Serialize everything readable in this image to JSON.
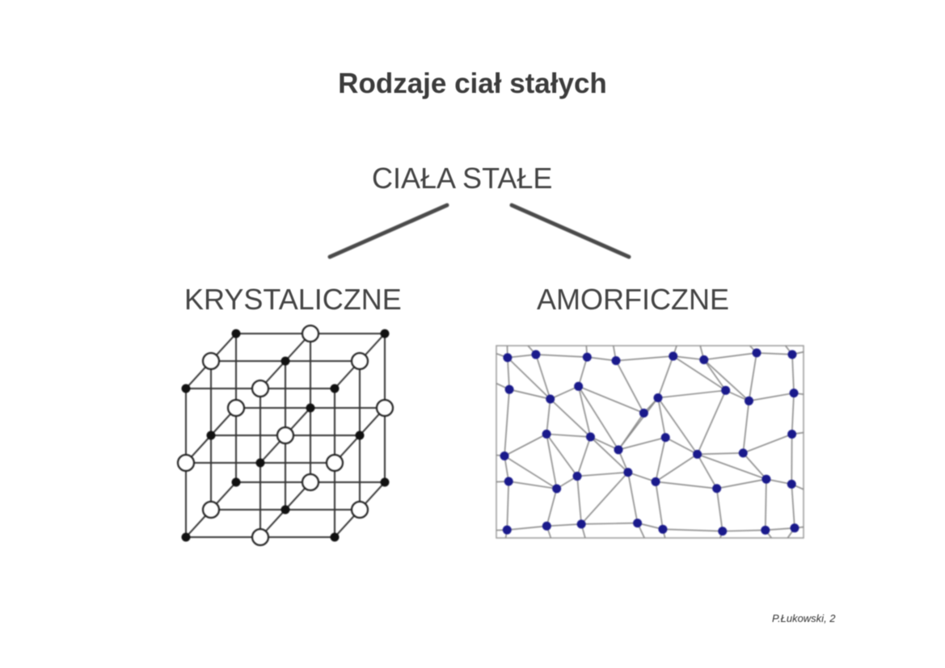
{
  "slide": {
    "title": "Rodzaje ciał stałych",
    "footer": "P.Łukowski, 2"
  },
  "tree": {
    "root": "CIAŁA STAŁE",
    "children": [
      "KRYSTALICZNE",
      "AMORFICZNE"
    ]
  },
  "colors": {
    "text": "#3c3c3c",
    "line": "#555555",
    "lattice_line": "#333333",
    "amorphous_atom": "#1a1a8c",
    "amorphous_bond": "#8a8a8a"
  },
  "icons": {
    "crystal": "crystalline-lattice-cube",
    "amorphous": "amorphous-network"
  }
}
